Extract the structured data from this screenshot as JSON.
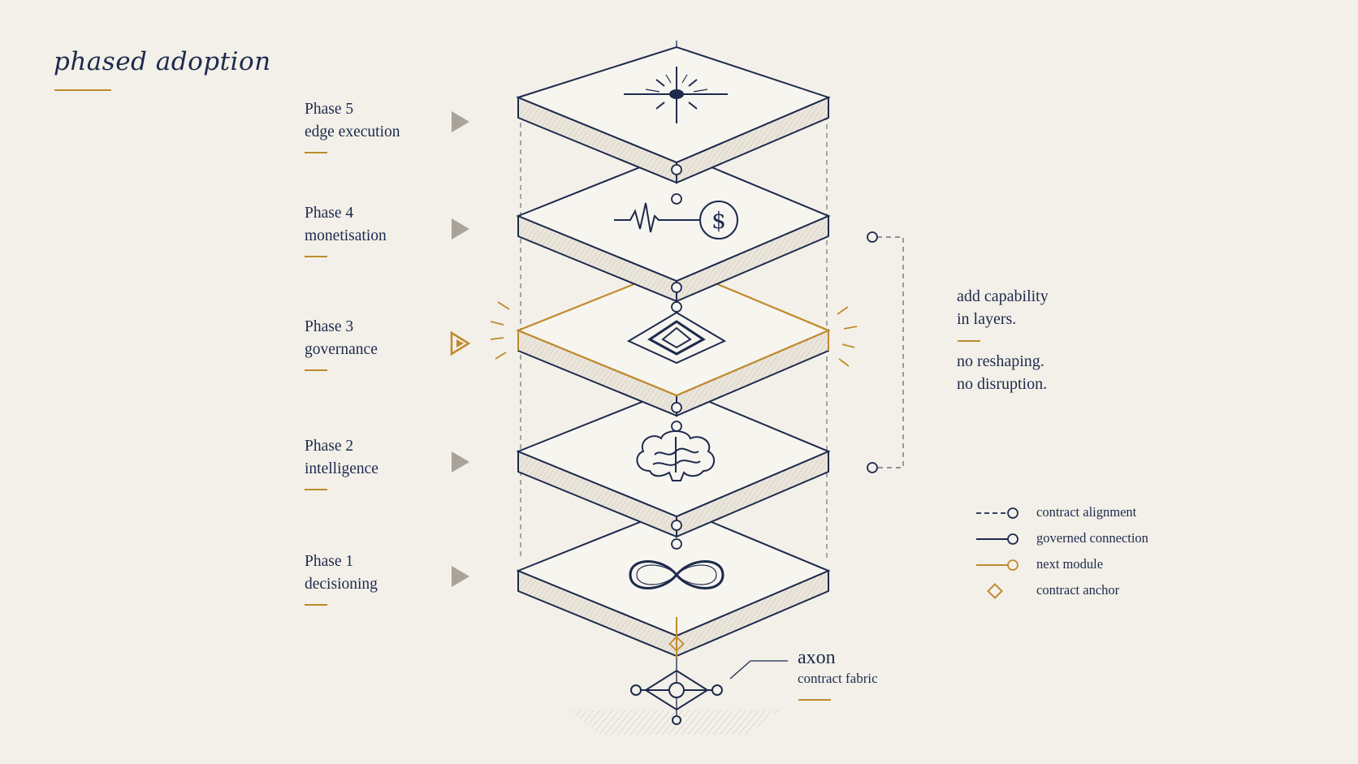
{
  "title": "phased adoption",
  "phases": [
    {
      "phase": "Phase 5",
      "name": "edge execution"
    },
    {
      "phase": "Phase 4",
      "name": "monetisation"
    },
    {
      "phase": "Phase 3",
      "name": "governance"
    },
    {
      "phase": "Phase 2",
      "name": "intelligence"
    },
    {
      "phase": "Phase 1",
      "name": "decisioning"
    }
  ],
  "note": {
    "line1": "add capability",
    "line2": "in layers.",
    "line3": "no reshaping.",
    "line4": "no disruption."
  },
  "legend": [
    {
      "label": "contract alignment"
    },
    {
      "label": "governed connection"
    },
    {
      "label": "next module"
    },
    {
      "label": "contract anchor"
    }
  ],
  "axon": {
    "title": "axon",
    "subtitle": "contract fabric"
  },
  "colors": {
    "navy": "#1d2a4d",
    "accent": "#c08a2c",
    "background": "#f3f0e9",
    "muted_arrow": "#a9a39a"
  },
  "icons": [
    "compass-star-icon",
    "heartbeat-dollar-icon",
    "diamond-layers-icon",
    "brain-icon",
    "infinity-icon"
  ]
}
